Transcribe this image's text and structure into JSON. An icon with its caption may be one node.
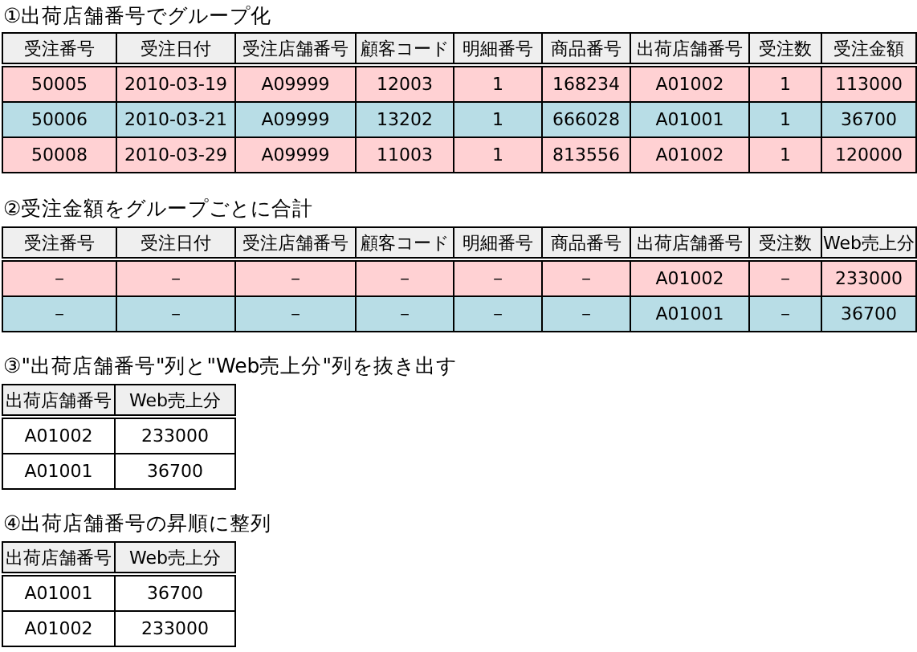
{
  "diagram": {
    "labels": [
      "①出荷店舗番号でグループ化",
      "受注番号",
      "受注日付",
      "受注店舗番号",
      "顧客コード",
      "明細番号",
      "商品番号",
      "出荷店舗番号",
      "受注数",
      "受注金額",
      "50005",
      "2010-03-19",
      "A09999",
      "12003",
      "1",
      "168234",
      "A01002",
      "1",
      "113000",
      "50006",
      "2010-03-21",
      "A09999",
      "13202",
      "1",
      "666028",
      "A01001",
      "1",
      "36700",
      "50008",
      "2010-03-29",
      "A09999",
      "11003",
      "1",
      "813556",
      "A01002",
      "1",
      "120000",
      "②受注金額をグループごとに合計",
      "受注番号",
      "受注日付",
      "受注店舗番号",
      "顧客コード",
      "明細番号",
      "商品番号",
      "出荷店舗番号",
      "受注数",
      "Web売上分",
      "－",
      "－",
      "－",
      "－",
      "－",
      "－",
      "A01002",
      "－",
      "233000",
      "－",
      "－",
      "－",
      "－",
      "－",
      "－",
      "A01001",
      "－",
      "36700",
      "③\"出荷店舗番号\"列と\"Web売上分\"列を抜き出す",
      "出荷店舗番号",
      "Web売上分",
      "A01002",
      "233000",
      "A01001",
      "36700",
      "④出荷店舗番号の昇順に整列",
      "出荷店舗番号",
      "Web売上分",
      "A01001",
      "36700",
      "A01002",
      "233000"
    ]
  }
}
